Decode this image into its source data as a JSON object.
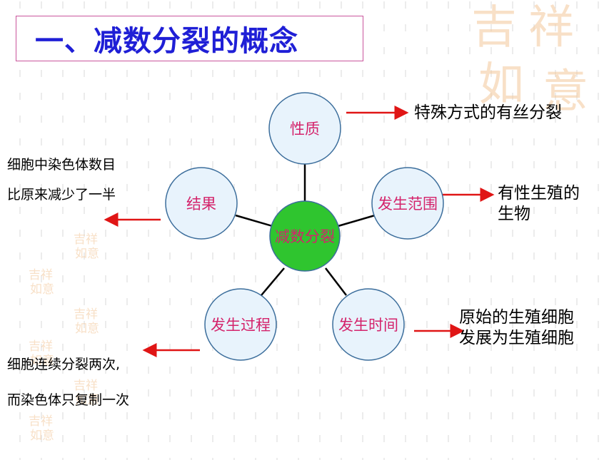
{
  "title": "一、减数分裂的概念",
  "colors": {
    "title": "#1f1fd6",
    "title_border": "#c9559c",
    "node_fill": "#e8f3fc",
    "node_stroke": "#3c6e9c",
    "center_fill": "#2fc52f",
    "node_text": "#d4236b",
    "connector": "#000000",
    "arrow": "#e01515",
    "watermark": "#f3c79a"
  },
  "center": {
    "label": "减数分裂"
  },
  "nodes": [
    {
      "key": "nature",
      "label": "性质"
    },
    {
      "key": "scope",
      "label": "发生范围"
    },
    {
      "key": "time",
      "label": "发生时间"
    },
    {
      "key": "process",
      "label": "发生过程"
    },
    {
      "key": "result",
      "label": "结果"
    }
  ],
  "notes": {
    "nature": "特殊方式的有丝分裂",
    "scope_line1": "有性生殖的",
    "scope_line2": "生物",
    "time_line1": "原始的生殖细胞",
    "time_line2": "发展为生殖细胞",
    "process_line1": "细胞连续分裂两次,",
    "process_line2": "而染色体只复制一次",
    "result_line1": "细胞中染色体数目",
    "result_line2": "比原来减少了一半"
  },
  "icons": {
    "watermark": "seal-watermark-icon",
    "arrow": "red-arrow-icon"
  }
}
